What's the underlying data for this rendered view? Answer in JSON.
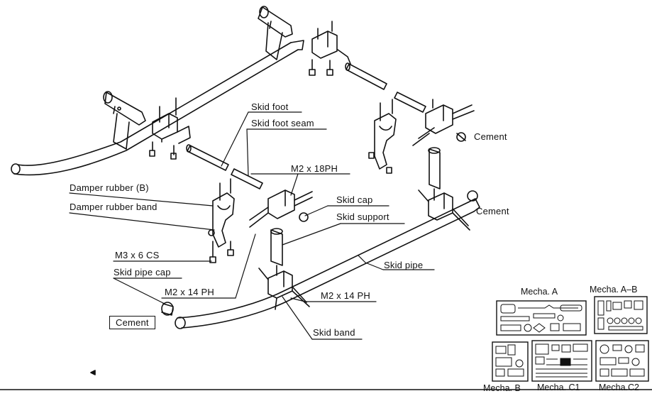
{
  "labels": {
    "skid_foot": "Skid foot",
    "skid_foot_seam": "Skid foot seam",
    "cement_top": "Cement",
    "m2x18ph": "M2 x 18PH",
    "damper_rubber_b": "Damper rubber (B)",
    "skid_cap": "Skid cap",
    "damper_rubber_band": "Damper rubber band",
    "skid_support": "Skid support",
    "cement_right": "Cement",
    "m3x6cs": "M3 x 6 CS",
    "skid_pipe": "Skid pipe",
    "skid_pipe_cap": "Skid pipe cap",
    "m2x14ph_left": "M2 x 14 PH",
    "m2x14ph_right": "M2 x 14 PH",
    "cement_box": "Cement",
    "skid_band": "Skid band"
  },
  "sheets": {
    "mecha_a": "Mecha. A",
    "mecha_ab": "Mecha. A–B",
    "mecha_b": "Mecha. B",
    "mecha_c1": "Mecha. C1",
    "mecha_c2": "Mecha.C2"
  },
  "colors": {
    "ink": "#111111",
    "paper": "#ffffff"
  }
}
